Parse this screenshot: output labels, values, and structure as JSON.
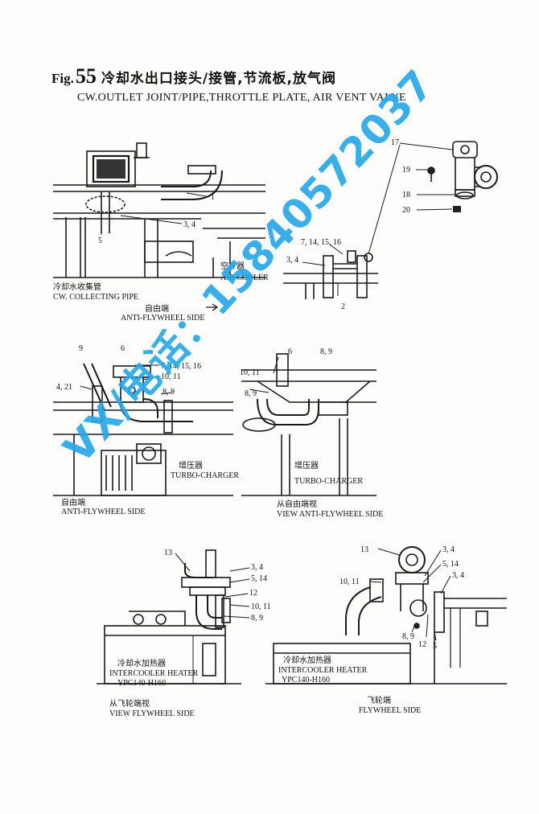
{
  "figure": {
    "prefix": "Fig.",
    "number": "55",
    "title_cn": "冷却水出口接头/接管,节流板,放气阀",
    "title_en": "CW.OUTLET JOINT/PIPE,THROTTLE PLATE, AIR VENT VALVE"
  },
  "panel_top_left": {
    "callouts": [
      "1",
      "3, 4",
      "5"
    ],
    "label_cn_1": "冷却水收集管",
    "label_en_1": "CW. COLLECTING PIPE",
    "label_cn_2": "空冷器",
    "label_en_2": "AIR COOLER",
    "label_cn_3": "自由端",
    "label_en_3": "ANTI-FLYWHEEL SIDE"
  },
  "panel_top_right": {
    "callouts": [
      "17",
      "19",
      "18",
      "20",
      "7, 14, 15, 16",
      "3, 4",
      "2"
    ]
  },
  "panel_mid_left": {
    "callouts": [
      "9",
      "6",
      "7, 14, 15, 16",
      "10, 11",
      "4, 21",
      "8, 9"
    ],
    "label_cn_1": "增压器",
    "label_en_1": "TURBO-CHARGER",
    "label_cn_2": "自由端",
    "label_en_2": "ANTI-FLYWHEEL SIDE"
  },
  "panel_mid_right": {
    "callouts": [
      "6",
      "8, 9",
      "10, 11",
      "8, 9"
    ],
    "label_cn_1": "增压器",
    "label_en_1": "TURBO-CHARGER",
    "label_cn_2": "从自由端视",
    "label_en_2": "VIEW  ANTI-FLYWHEEL SIDE"
  },
  "panel_bottom_left": {
    "callouts": [
      "13",
      "3, 4",
      "5, 14",
      "12",
      "10, 11",
      "8, 9"
    ],
    "label_cn_1": "冷却水加热器",
    "label_en_1": "INTERCOOLER  HEATER",
    "label_model": "YPC140-H160",
    "label_cn_2": "从飞轮端视",
    "label_en_2": "VIEW  FLYWHEEL SIDE"
  },
  "panel_bottom_right": {
    "callouts": [
      "13",
      "3, 4",
      "5, 14",
      "3, 4",
      "10, 11",
      "8, 9",
      "12",
      "5"
    ],
    "label_cn_1": "冷却水加热器",
    "label_en_1": "INTERCOOLER  HEATER",
    "label_model": "YPC140-H160",
    "label_cn_2": "飞轮端",
    "label_en_2": "FLYWHEEL SIDE"
  },
  "watermark": "VX/电话：15840572037"
}
